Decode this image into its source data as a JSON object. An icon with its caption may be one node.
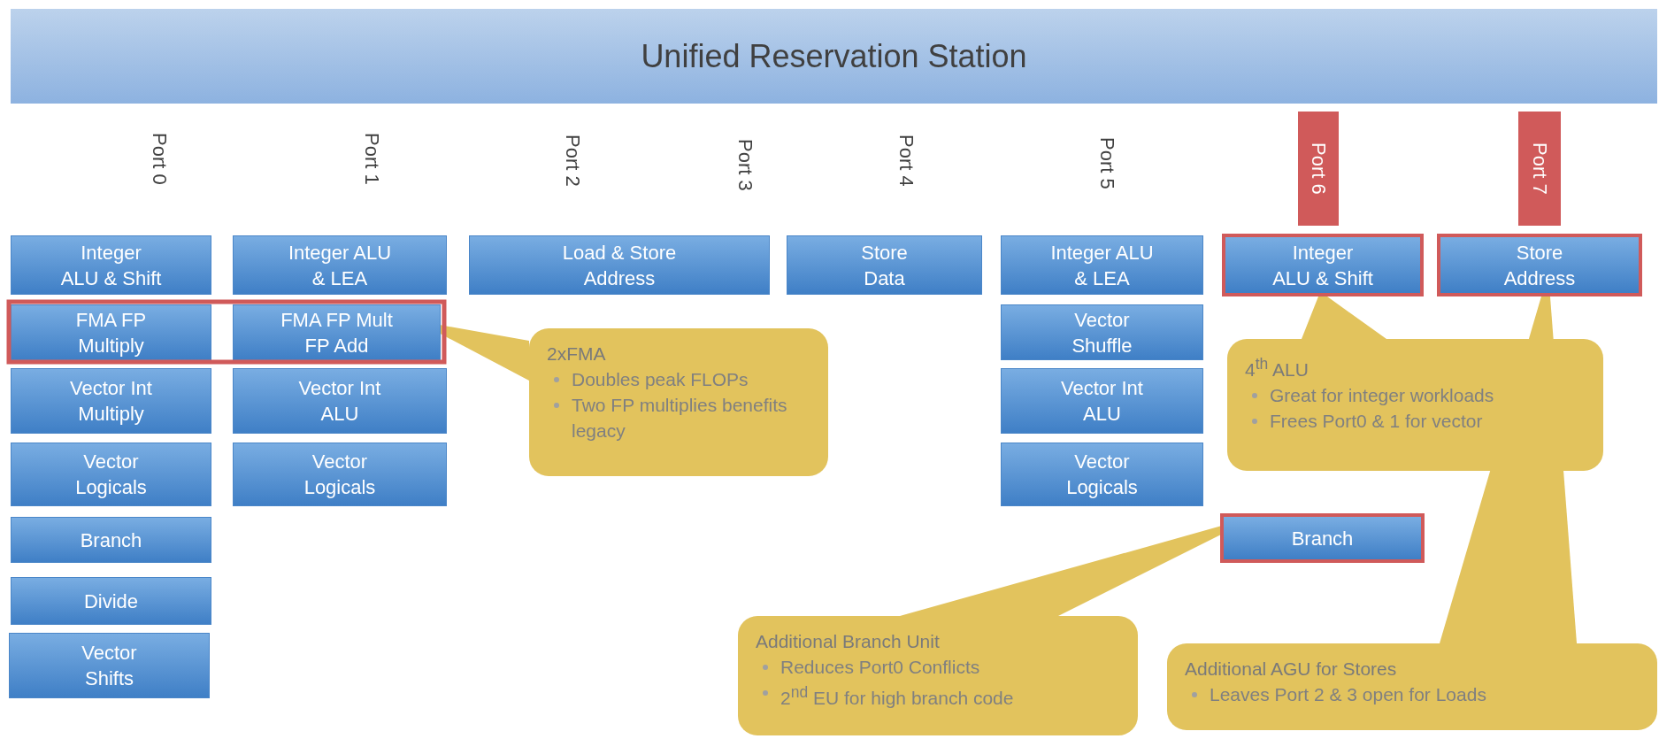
{
  "diagram": {
    "nodes": [
      {
        "text": [
          "Unified Reservation Station"
        ]
      },
      {
        "text": [
          "Port 6"
        ]
      },
      {
        "text": [
          "Port 7"
        ]
      },
      {
        "text": [
          "Integer ALU & Shift"
        ]
      },
      {
        "text": [
          "FMA FP Multiply"
        ]
      },
      {
        "text": [
          "Vector Int Multiply"
        ]
      },
      {
        "text": [
          "Vector Logicals"
        ]
      },
      {
        "text": [
          "Branch"
        ]
      },
      {
        "text": [
          "Divide"
        ]
      },
      {
        "text": [
          "Vector Shifts"
        ]
      },
      {
        "text": [
          "Integer ALU & LEA"
        ]
      },
      {
        "text": [
          "FMA FP Mult FP Add"
        ]
      },
      {
        "text": [
          "Vector Int ALU"
        ]
      },
      {
        "text": [
          "Vector Logicals"
        ]
      },
      {
        "text": [
          "Load & Store Address"
        ]
      },
      {
        "text": [
          "Store Data"
        ]
      },
      {
        "text": [
          "Integer ALU & LEA"
        ]
      },
      {
        "text": [
          "Vector Shuffle"
        ]
      },
      {
        "text": [
          "Vector Int ALU"
        ]
      },
      {
        "text": [
          "Vector Logicals"
        ]
      },
      {
        "text": [
          "Integer ALU & Shift"
        ]
      },
      {
        "text": [
          "Store Address"
        ]
      },
      {
        "text": [
          "Branch"
        ]
      },
      {
        "text": [
          "2xFMA",
          "Doubles peak FLOPs",
          "Two FP multiplies benefits legacy"
        ]
      },
      {
        "text": [
          "4$^{th}$ ALU",
          "Great for integer workloads",
          "Frees Port0 & 1 for vector"
        ]
      },
      {
        "text": [
          "Additional Branch Unit",
          "Reduces Port0 Conflicts",
          "2$^{nd}$ EU for high branch code"
        ]
      },
      {
        "text": [
          "Additional AGU for Stores",
          "Leaves Port 2 & 3 open for Loads"
        ]
      }
    ],
    "edges": [
      {
        "from": 23,
        "to": 11,
        "arrow": "none"
      },
      {
        "from": 24,
        "to": 20,
        "arrow": "none"
      },
      {
        "from": 25,
        "to": 22,
        "arrow": "none"
      },
      {
        "from": 26,
        "to": 21,
        "arrow": "none"
      }
    ],
    "labels": [
      "Port 0",
      "Port 1",
      "Port 2",
      "Port 3",
      "Port 4",
      "Port 5"
    ]
  }
}
